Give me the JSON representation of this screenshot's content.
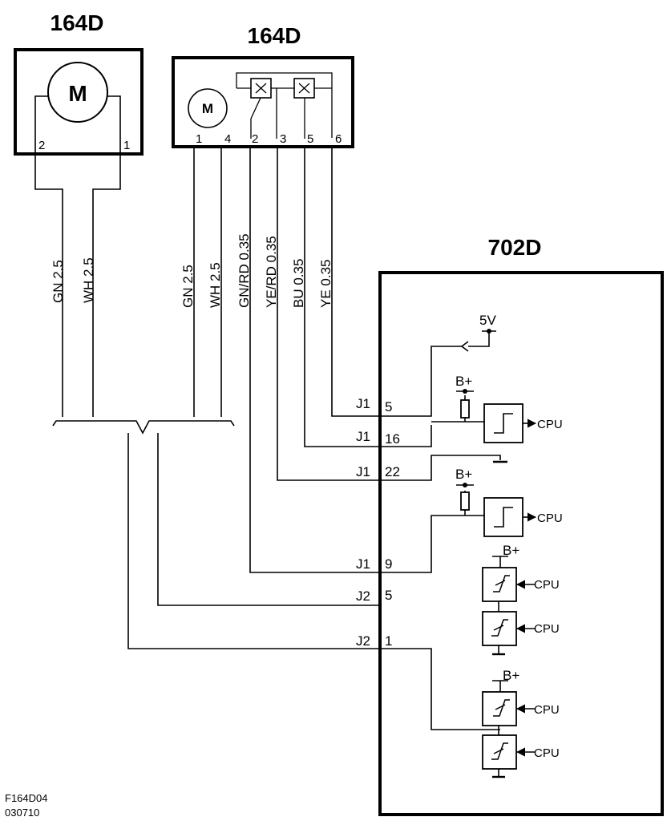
{
  "titles": {
    "motor_left": "164D",
    "motor_right": "164D",
    "module": "702D"
  },
  "left_motor": {
    "symbol": "M",
    "pin_a": "2",
    "pin_b": "1"
  },
  "right_motor": {
    "symbol": "M",
    "pins": [
      "1",
      "4",
      "2",
      "3",
      "5",
      "6"
    ]
  },
  "wires": {
    "left": [
      "GN  2.5",
      "WH  2.5"
    ],
    "right": [
      "GN  2.5",
      "WH  2.5",
      "GN/RD  0.35",
      "YE/RD  0.35",
      "BU  0.35",
      "YE  0.35"
    ]
  },
  "connectors": [
    {
      "conn": "J1",
      "pin": "5"
    },
    {
      "conn": "J1",
      "pin": "16"
    },
    {
      "conn": "J1",
      "pin": "22"
    },
    {
      "conn": "J1",
      "pin": "9"
    },
    {
      "conn": "J2",
      "pin": "5"
    },
    {
      "conn": "J2",
      "pin": "1"
    }
  ],
  "supply": {
    "five_v": "5V",
    "bplus": "B+"
  },
  "cpu_label": "CPU",
  "footer": {
    "line1": "F164D04",
    "line2": "030710"
  }
}
